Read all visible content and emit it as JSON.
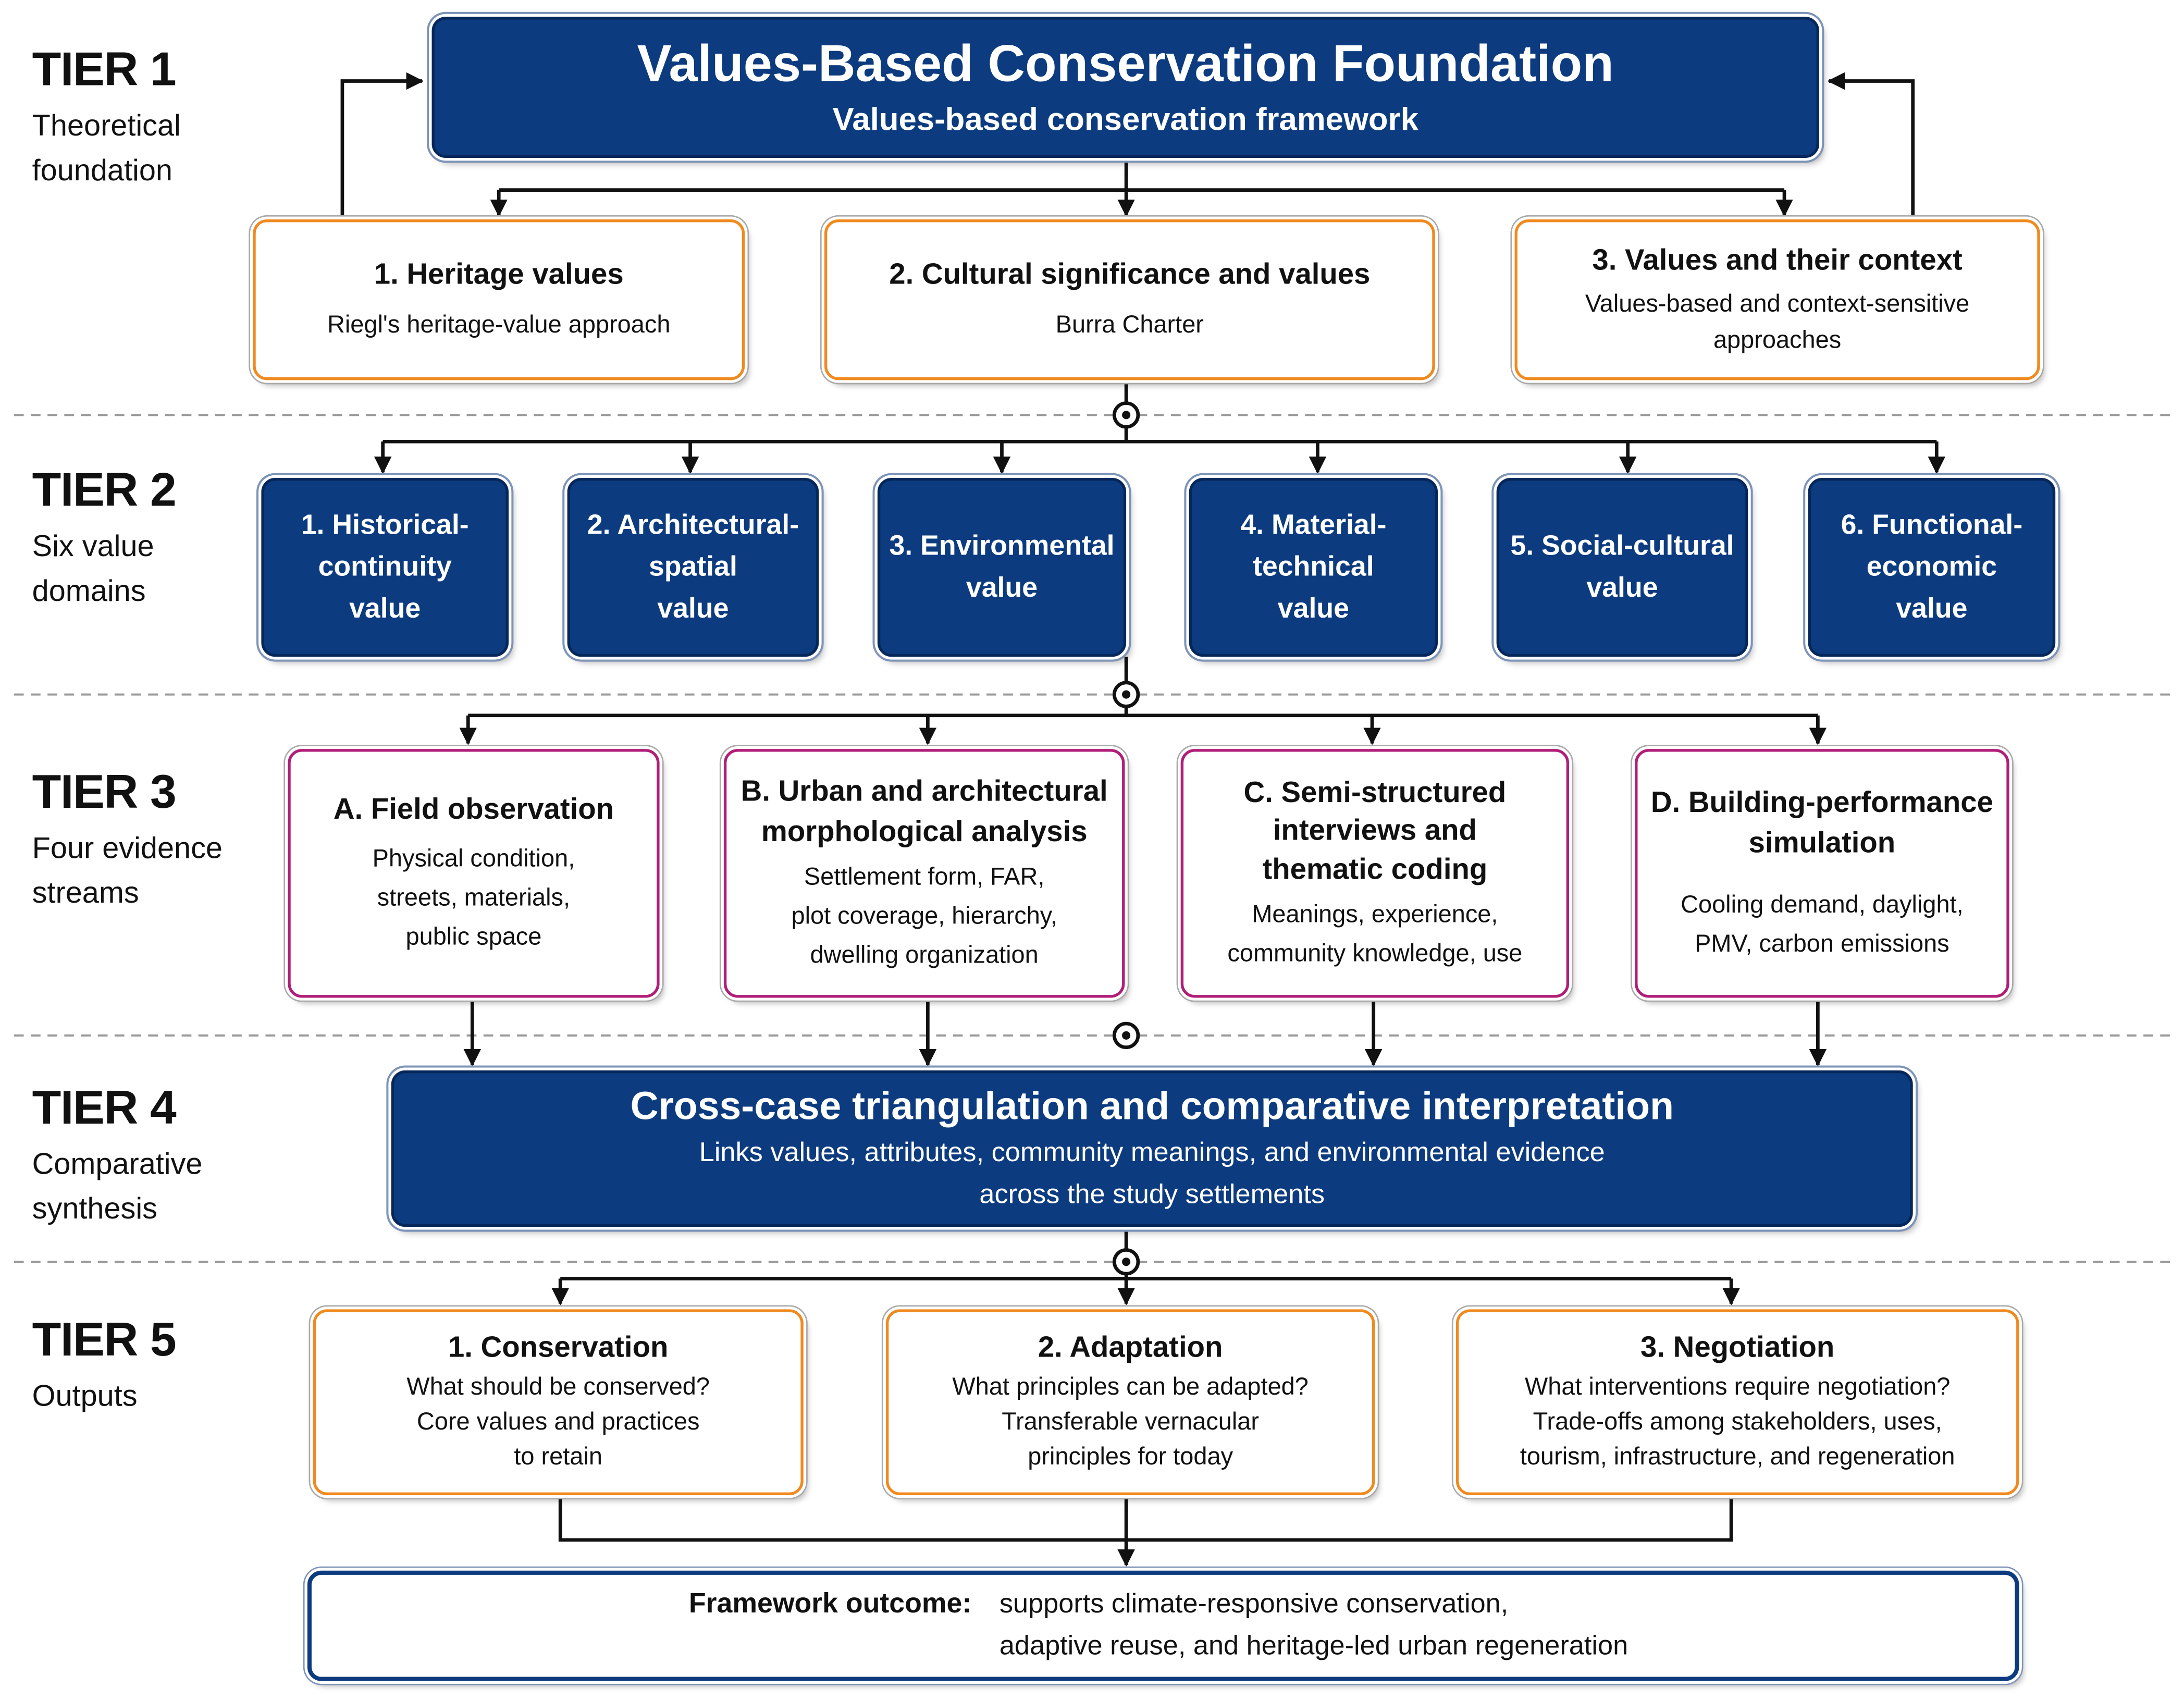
{
  "tiers": [
    {
      "number": "TIER 1",
      "label": "Theoretical\nfoundation"
    },
    {
      "number": "TIER 2",
      "label": "Six value\ndomains"
    },
    {
      "number": "TIER 3",
      "label": "Four evidence\nstreams"
    },
    {
      "number": "TIER 4",
      "label": "Comparative\nsynthesis"
    },
    {
      "number": "TIER 5",
      "label": "Outputs"
    }
  ],
  "foundation": {
    "title": "Values-Based Conservation Foundation",
    "subtitle": "Values-based conservation framework"
  },
  "theory": [
    {
      "title": "1. Heritage values",
      "desc": "Riegl's heritage-value approach"
    },
    {
      "title": "2. Cultural significance and values",
      "desc": "Burra Charter"
    },
    {
      "title": "3. Values and their context",
      "desc": "Values-based and context-sensitive\napproaches"
    }
  ],
  "domains": [
    {
      "title": "1. Historical-\ncontinuity\nvalue"
    },
    {
      "title": "2. Architectural-\nspatial\nvalue"
    },
    {
      "title": "3. Environmental\nvalue"
    },
    {
      "title": "4. Material-\ntechnical\nvalue"
    },
    {
      "title": "5. Social-cultural\nvalue"
    },
    {
      "title": "6. Functional-\neconomic\nvalue"
    }
  ],
  "evidence": [
    {
      "title": "A. Field observation",
      "desc": "Physical condition,\nstreets, materials,\npublic space"
    },
    {
      "title": "B. Urban and architectural\nmorphological analysis",
      "desc": "Settlement form, FAR,\nplot coverage, hierarchy,\ndwelling organization"
    },
    {
      "title": "C. Semi-structured\ninterviews and\nthematic coding",
      "desc": "Meanings, experience,\ncommunity knowledge, use"
    },
    {
      "title": "D. Building-performance\nsimulation",
      "desc": "Cooling demand, daylight,\nPMV, carbon emissions"
    }
  ],
  "synthesis": {
    "title": "Cross-case triangulation and comparative interpretation",
    "desc": "Links values, attributes, community meanings, and environmental evidence\nacross the study settlements"
  },
  "outputs": [
    {
      "title": "1. Conservation",
      "desc": "What should be conserved?\nCore values and practices\nto retain"
    },
    {
      "title": "2. Adaptation",
      "desc": "What principles can be adapted?\nTransferable vernacular\nprinciples for today"
    },
    {
      "title": "3. Negotiation",
      "desc": "What interventions require negotiation?\nTrade-offs among stakeholders, uses,\ntourism, infrastructure, and regeneration"
    }
  ],
  "outcome": {
    "label": "Framework outcome:",
    "text": "supports climate-responsive conservation,\nadaptive reuse, and heritage-led urban regeneration"
  },
  "colors": {
    "navy": "#0c3b7f",
    "orange": "#f08a1e",
    "magenta": "#b01e78",
    "connector": "#111111",
    "divider": "#9a9a9a"
  }
}
